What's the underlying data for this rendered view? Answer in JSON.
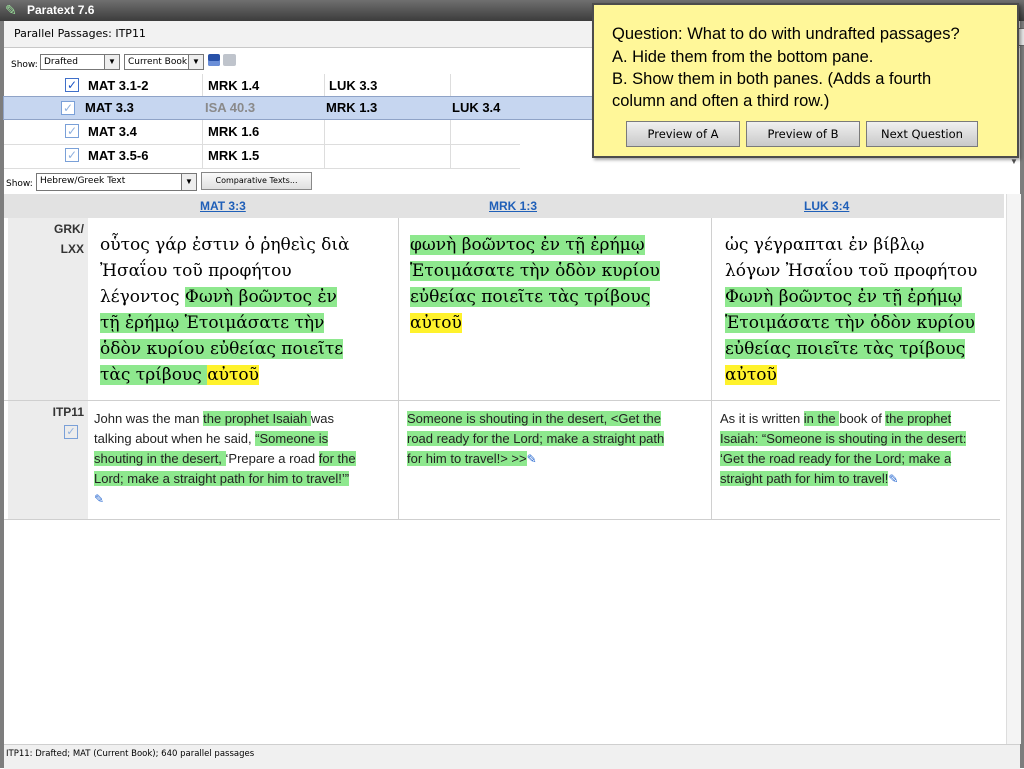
{
  "window": {
    "title": "Paratext 7.6"
  },
  "panel": {
    "title": "Parallel Passages: ITP11"
  },
  "toolbar": {
    "show_label": "Show:",
    "filter_value": "Drafted",
    "scope_value": "Current Book"
  },
  "passages": [
    {
      "checked": true,
      "cells": [
        "MAT 3.1-2",
        "MRK 1.4",
        "LUK 3.3",
        ""
      ]
    },
    {
      "checked": false,
      "selected": true,
      "cells": [
        "MAT 3.3",
        "ISA 40.3",
        "MRK 1.3",
        "LUK 3.4"
      ]
    },
    {
      "checked": false,
      "cells": [
        "MAT 3.4",
        "MRK 1.6",
        "",
        ""
      ]
    },
    {
      "checked": false,
      "cells": [
        "MAT 3.5-6",
        "MRK 1.5",
        "",
        ""
      ]
    }
  ],
  "toolbar2": {
    "show_label": "Show:",
    "text_value": "Hebrew/Greek Text",
    "comparative_button": "Comparative Texts..."
  },
  "columns": [
    "MAT 3:3",
    "MRK 1:3",
    "LUK 3:4"
  ],
  "rows": {
    "greek_label_1": "GRK/",
    "greek_label_2": "LXX",
    "itp_label": "ITP11"
  },
  "greek": {
    "mat": [
      [
        {
          "t": "οὗτος γάρ ἐστιν ὁ ῥηθεὶς διὰ",
          "h": ""
        }
      ],
      [
        {
          "t": "Ἠσαΐου τοῦ προφήτου",
          "h": ""
        }
      ],
      [
        {
          "t": "λέγοντος ",
          "h": ""
        },
        {
          "t": "Φωνὴ βοῶντος ἐν",
          "h": "g"
        }
      ],
      [
        {
          "t": "τῇ ἐρήμῳ Ἑτοιμάσατε τὴν",
          "h": "g"
        }
      ],
      [
        {
          "t": "ὁδὸν κυρίου εὐθείας ποιεῖτε",
          "h": "g"
        }
      ],
      [
        {
          "t": "τὰς τρίβους ",
          "h": "g"
        },
        {
          "t": "αὐτοῦ",
          "h": "y"
        }
      ]
    ],
    "mrk": [
      [
        {
          "t": "φωνὴ βοῶντος ἐν τῇ ἐρήμῳ",
          "h": "g"
        }
      ],
      [
        {
          "t": "Ἑτοιμάσατε τὴν ὁδὸν κυρίου",
          "h": "g"
        }
      ],
      [
        {
          "t": "εὐθείας ποιεῖτε τὰς τρίβους",
          "h": "g"
        }
      ],
      [
        {
          "t": "αὐτοῦ",
          "h": "y"
        }
      ]
    ],
    "luk": [
      [
        {
          "t": "ὡς γέγραπται ἐν βίβλῳ",
          "h": ""
        }
      ],
      [
        {
          "t": "λόγων Ἠσαΐου τοῦ προφήτου",
          "h": ""
        }
      ],
      [
        {
          "t": "Φωνὴ βοῶντος ἐν τῇ ἐρήμῳ",
          "h": "g"
        }
      ],
      [
        {
          "t": "Ἑτοιμάσατε τὴν ὁδὸν κυρίου",
          "h": "g"
        }
      ],
      [
        {
          "t": "εὐθείας ποιεῖτε τὰς τρίβους",
          "h": "g"
        }
      ],
      [
        {
          "t": "αὐτοῦ",
          "h": "y"
        }
      ]
    ]
  },
  "itp": {
    "mat": [
      [
        {
          "t": "John was the man ",
          "h": ""
        },
        {
          "t": "the prophet Isaiah ",
          "h": "g"
        },
        {
          "t": "was",
          "h": ""
        }
      ],
      [
        {
          "t": "talking about when he said, ",
          "h": ""
        },
        {
          "t": "“Someone is",
          "h": "g"
        }
      ],
      [
        {
          "t": "shouting in the desert, ",
          "h": "g"
        },
        {
          "t": "‘Prepare a road ",
          "h": ""
        },
        {
          "t": "for the",
          "h": "g"
        }
      ],
      [
        {
          "t": "Lord; make a straight path for him to travel!’”",
          "h": "g"
        }
      ]
    ],
    "mrk": [
      [
        {
          "t": "Someone is shouting in the desert, <Get the",
          "h": "g"
        }
      ],
      [
        {
          "t": "road ready for the Lord; make a straight path",
          "h": "g"
        }
      ],
      [
        {
          "t": "for him to travel!> >>",
          "h": "g"
        }
      ]
    ],
    "luk": [
      [
        {
          "t": "As it is written ",
          "h": ""
        },
        {
          "t": "in the ",
          "h": "g"
        },
        {
          "t": "book of ",
          "h": ""
        },
        {
          "t": "the prophet",
          "h": "g"
        }
      ],
      [
        {
          "t": "Isaiah: “Someone is shouting in the desert:",
          "h": "g"
        }
      ],
      [
        {
          "t": "‘Get the road ready for the Lord; make a",
          "h": "g"
        }
      ],
      [
        {
          "t": "straight path for him to travel!",
          "h": "g"
        }
      ]
    ]
  },
  "status": "ITP11: Drafted; MAT (Current Book); 640 parallel passages",
  "question": {
    "lines": [
      "Question: What to do with undrafted passages?",
      "A. Hide them from the bottom pane.",
      "B. Show them in both panes. (Adds a fourth",
      "column and often a third row.)"
    ],
    "buttons": [
      "Preview of A",
      "Preview of B",
      "Next Question"
    ]
  },
  "colors": {
    "green_highlight": "#8ee88e",
    "yellow_highlight": "#fff22c",
    "link": "#1f5fb8",
    "selection": "#c6d6f0"
  },
  "icons": [
    "paratext-icon",
    "save-icon",
    "print-icon",
    "checkbox-icon",
    "pencil-icon",
    "dropdown-arrow-icon"
  ]
}
